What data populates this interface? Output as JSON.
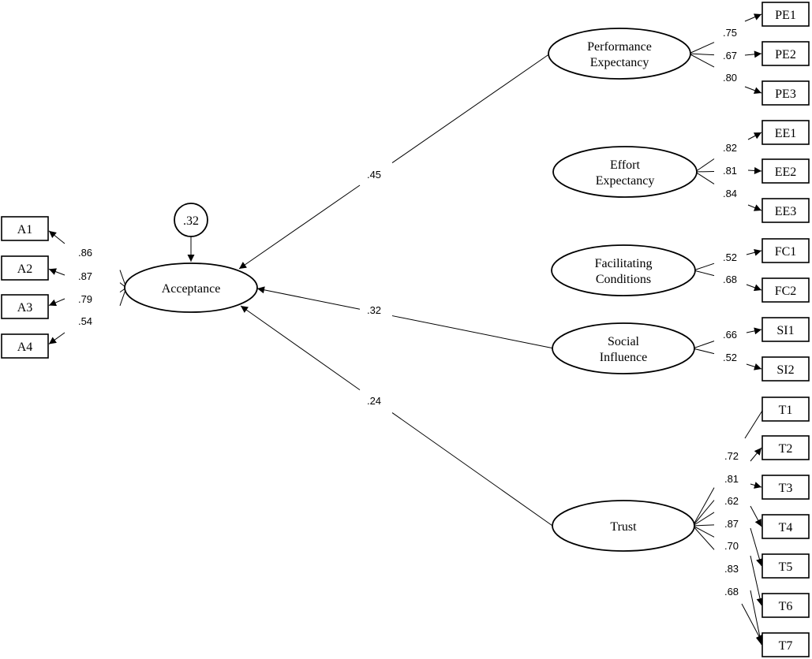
{
  "latent": {
    "acceptance": {
      "lines": [
        "Acceptance"
      ]
    },
    "pe": {
      "lines": [
        "Performance",
        "Expectancy"
      ]
    },
    "ee": {
      "lines": [
        "Effort",
        "Expectancy"
      ]
    },
    "fc": {
      "lines": [
        "Facilitating",
        "Conditions"
      ]
    },
    "si": {
      "lines": [
        "Social",
        "Influence"
      ]
    },
    "trust": {
      "lines": [
        "Trust"
      ]
    }
  },
  "r_squared": ".32",
  "paths": [
    {
      "from": "pe",
      "to": "acceptance",
      "coef": ".45"
    },
    {
      "from": "si",
      "to": "acceptance",
      "coef": ".32"
    },
    {
      "from": "trust",
      "to": "acceptance",
      "coef": ".24"
    }
  ],
  "indicators": [
    {
      "name": "A1",
      "factor": "acceptance",
      "loading": ".86"
    },
    {
      "name": "A2",
      "factor": "acceptance",
      "loading": ".87"
    },
    {
      "name": "A3",
      "factor": "acceptance",
      "loading": ".79"
    },
    {
      "name": "A4",
      "factor": "acceptance",
      "loading": ".54"
    },
    {
      "name": "PE1",
      "factor": "pe",
      "loading": ".75"
    },
    {
      "name": "PE2",
      "factor": "pe",
      "loading": ".67"
    },
    {
      "name": "PE3",
      "factor": "pe",
      "loading": ".80"
    },
    {
      "name": "EE1",
      "factor": "ee",
      "loading": ".82"
    },
    {
      "name": "EE2",
      "factor": "ee",
      "loading": ".81"
    },
    {
      "name": "EE3",
      "factor": "ee",
      "loading": ".84"
    },
    {
      "name": "FC1",
      "factor": "fc",
      "loading": ".52"
    },
    {
      "name": "FC2",
      "factor": "fc",
      "loading": ".68"
    },
    {
      "name": "SI1",
      "factor": "si",
      "loading": ".66"
    },
    {
      "name": "SI2",
      "factor": "si",
      "loading": ".52"
    },
    {
      "name": "T1",
      "factor": "trust",
      "loading": ""
    },
    {
      "name": "T2",
      "factor": "trust",
      "loading": ".72"
    },
    {
      "name": "T3",
      "factor": "trust",
      "loading": ".81"
    },
    {
      "name": "T4",
      "factor": "trust",
      "loading": ".62"
    },
    {
      "name": "T5",
      "factor": "trust",
      "loading": ".87"
    },
    {
      "name": "T6",
      "factor": "trust",
      "loading": ".70"
    },
    {
      "name": "T7",
      "factor": "trust",
      "loading": ".83"
    }
  ],
  "extra_loading": ".68"
}
